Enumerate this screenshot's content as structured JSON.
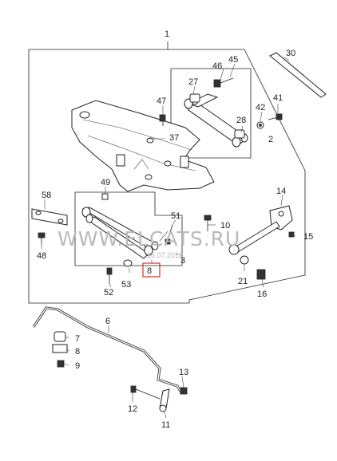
{
  "callouts": {
    "c1": "1",
    "c2": "2",
    "c3": "3",
    "c6": "6",
    "c7": "7",
    "c8": "8",
    "c9": "9",
    "c10": "10",
    "c11": "11",
    "c12": "12",
    "c13": "13",
    "c14": "14",
    "c15": "15",
    "c16": "16",
    "c21": "21",
    "c27": "27",
    "c28": "28",
    "c30": "30",
    "c37": "37",
    "c41": "41",
    "c42": "42",
    "c45": "45",
    "c46": "46",
    "c47": "47",
    "c48": "48",
    "c49": "49",
    "c51": "51",
    "c52": "52",
    "c53": "53",
    "c58": "58"
  },
  "highlighted_callout": "8",
  "watermark": {
    "site": "WWW.ELCATS.RU",
    "date": "26.07.2012"
  },
  "highlight_color": "#d9302c"
}
